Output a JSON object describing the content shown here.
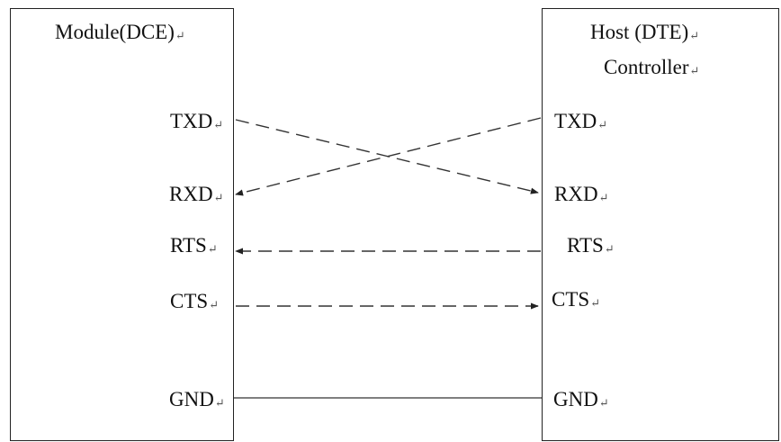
{
  "module": {
    "title": "Module(DCE)",
    "pins": {
      "txd": "TXD",
      "rxd": "RXD",
      "rts": "RTS",
      "cts": "CTS",
      "gnd": "GND"
    }
  },
  "host": {
    "title_line1": "Host (DTE)",
    "title_line2": "Controller",
    "pins": {
      "txd": "TXD",
      "rxd": "RXD",
      "rts": "RTS",
      "cts": "CTS",
      "gnd": "GND"
    }
  },
  "paragraph_mark": "↵",
  "connections": [
    {
      "from": "module.TXD",
      "to": "host.RXD",
      "style": "dashed",
      "arrow": "host"
    },
    {
      "from": "host.TXD",
      "to": "module.RXD",
      "style": "dashed",
      "arrow": "module"
    },
    {
      "from": "host.RTS",
      "to": "module.RTS",
      "style": "dashed",
      "arrow": "module"
    },
    {
      "from": "module.CTS",
      "to": "host.CTS",
      "style": "dashed",
      "arrow": "host"
    },
    {
      "from": "module.GND",
      "to": "host.GND",
      "style": "solid",
      "arrow": "none"
    }
  ],
  "colors": {
    "line": "#333333",
    "text": "#111111",
    "background": "#ffffff"
  }
}
